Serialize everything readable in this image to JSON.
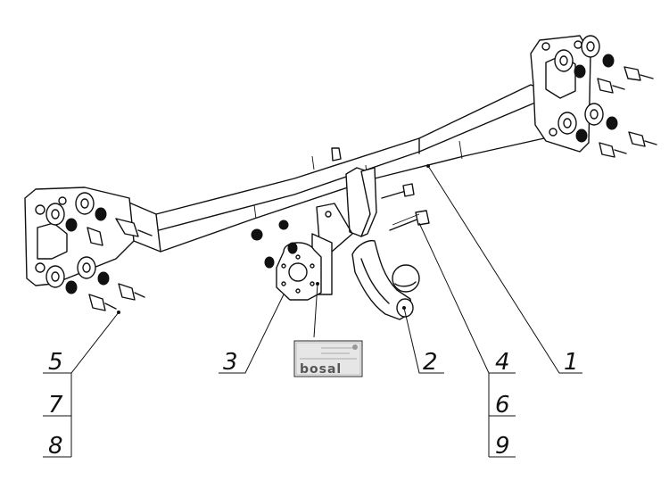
{
  "callouts": [
    {
      "id": "1",
      "label": "1"
    },
    {
      "id": "2",
      "label": "2"
    },
    {
      "id": "3",
      "label": "3"
    },
    {
      "id": "4",
      "label": "4"
    },
    {
      "id": "5",
      "label": "5"
    },
    {
      "id": "6",
      "label": "6"
    },
    {
      "id": "7",
      "label": "7"
    },
    {
      "id": "8",
      "label": "8"
    },
    {
      "id": "9",
      "label": "9"
    }
  ],
  "plate": {
    "brand": "bosal"
  }
}
